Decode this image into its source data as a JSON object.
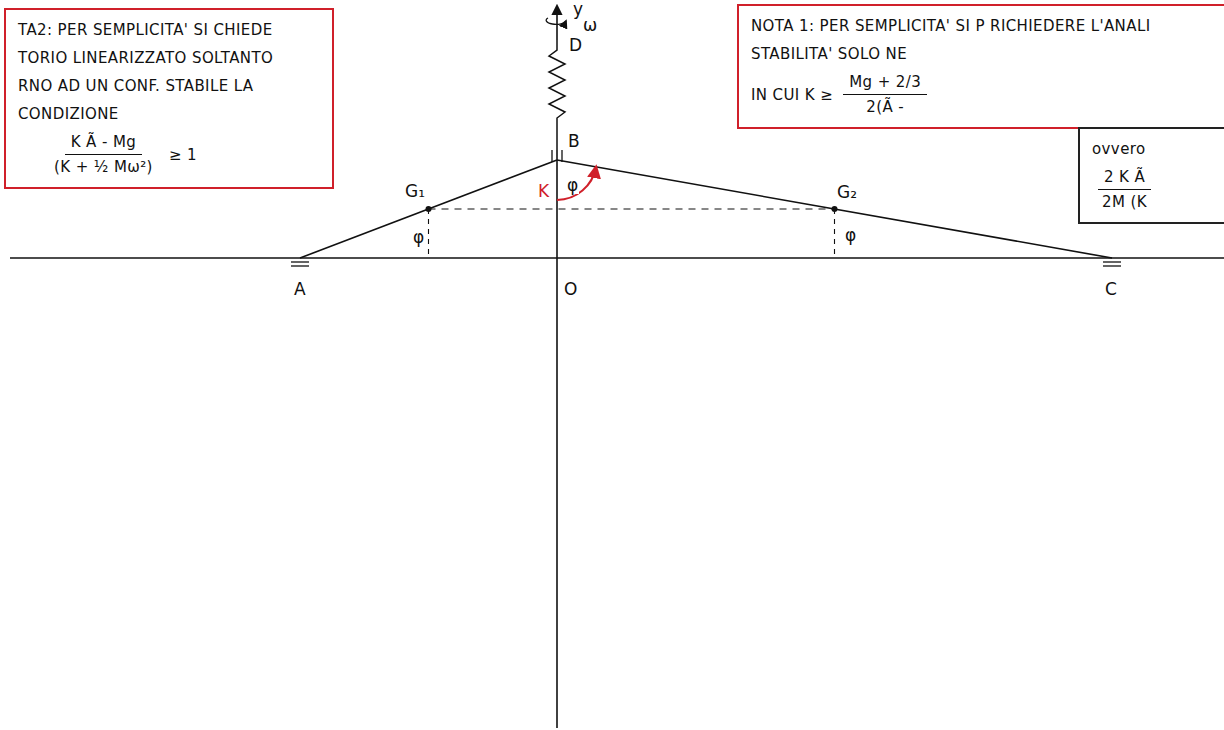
{
  "diagram": {
    "nodes": [
      {
        "text": [
          "TA2: PER SEMPLICITA' SI CHIEDE TORIO LINEARIZZATO SOLTANTO RNO AD UN CONF. STABILE LA CONDIZIONE",
          "K Ã - Mg",
          "(K + ½ Mω²)",
          "≥ 1"
        ]
      },
      {
        "text": [
          "NOTA 1: PER SEMPLICITA' SI P RICHIEDERE L'ANALI STABILITA' SOLO NE",
          "IN CUI K ≥",
          "Mg + 2/3",
          "2(Ã -"
        ]
      },
      {
        "text": [
          "ovvero",
          "2 K Ã",
          "2M (K"
        ]
      }
    ],
    "labels": [
      "y",
      "ω",
      "D",
      "B",
      "K",
      "φ",
      "G₁",
      "G₂",
      "φ",
      "φ",
      "A",
      "O",
      "C"
    ]
  }
}
